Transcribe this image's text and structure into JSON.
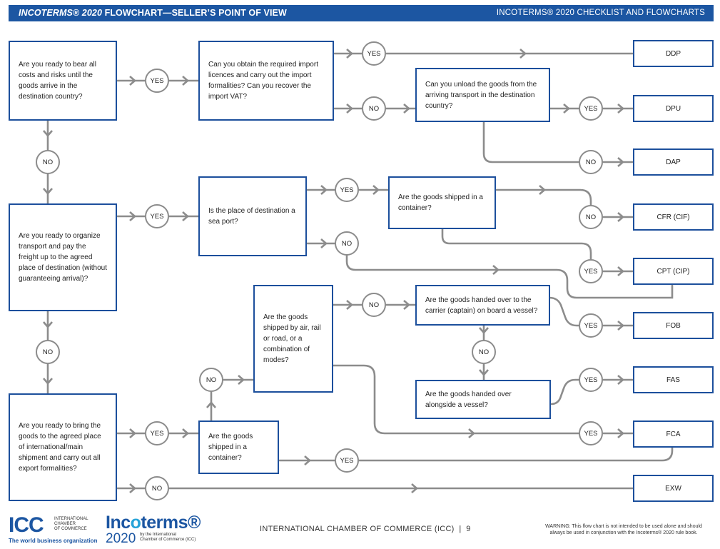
{
  "header": {
    "title_italic": "INCOTERMS® 2020",
    "title_rest": "FLOWCHART—SELLER’S POINT OF VIEW",
    "subtitle": "INCOTERMS® 2020 CHECKLIST AND FLOWCHARTS"
  },
  "questions": {
    "q1": "Are you ready to bear all costs and risks until the goods arrive in the destination country?",
    "q2": "Can you obtain the required import licences and carry out the import formalities? Can you recover the import VAT?",
    "q3": "Can you unload the goods from the arriving transport in the destination country?",
    "q4": "Are you ready to organize transport and pay the freight up to the agreed place of destination (without guaranteeing arrival)?",
    "q5": "Is the place of destination a sea port?",
    "q6": "Are the goods shipped in a container?",
    "q7": "Are the goods shipped by air, rail or road, or a combination of modes?",
    "q8": "Are the goods handed over to the carrier (captain) on board a vessel?",
    "q9": "Are the goods handed over alongside a vessel?",
    "q10": "Are you ready to bring the goods to the agreed place of international/main shipment and carry out all export formalities?",
    "q11": "Are the goods shipped in a container?"
  },
  "terms": {
    "ddp": "DDP",
    "dpu": "DPU",
    "dap": "DAP",
    "cfr": "CFR (CIF)",
    "cpt": "CPT (CIP)",
    "fob": "FOB",
    "fas": "FAS",
    "fca": "FCA",
    "exw": "EXW"
  },
  "labels": {
    "yes": "YES",
    "no": "NO"
  },
  "footer": {
    "icc_mark": "ICC",
    "icc_name_1": "INTERNATIONAL",
    "icc_name_2": "CHAMBER",
    "icc_name_3": "OF COMMERCE",
    "icc_tagline": "The world business organization",
    "inco_pre": "Inc",
    "inco_o": "o",
    "inco_post": "terms®",
    "inco_year": "2020",
    "inco_by_1": "by the International",
    "inco_by_2": "Chamber of Commerce (ICC)",
    "center": "INTERNATIONAL CHAMBER OF COMMERCE (ICC)  |  9",
    "warning_1": "WARNING: This flow chart is not intended to be used alone and should",
    "warning_2": "always be used in conjunction with the Incoterms® 2020 rule book."
  },
  "colors": {
    "brand_blue": "#1c56a2",
    "box_border": "#1c4f9c",
    "line_gray": "#8c8c8c"
  }
}
